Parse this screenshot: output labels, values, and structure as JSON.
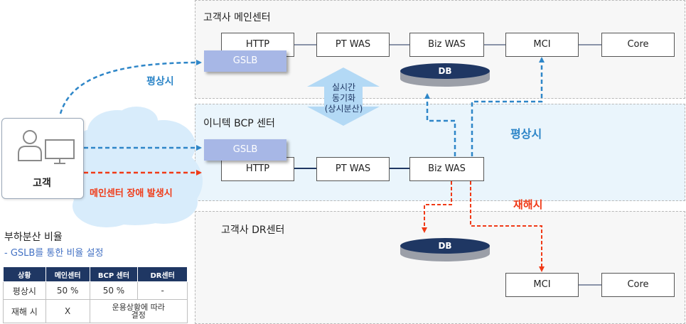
{
  "zones": {
    "main": "고객사 메인센터",
    "bcp": "이니텍 BCP 센터",
    "dr": "고객사 DR센터"
  },
  "nodes": {
    "main_http": "HTTP",
    "main_ptwas": "PT WAS",
    "main_bizwas": "Biz WAS",
    "main_mci": "MCI",
    "main_core": "Core",
    "main_gslb": "GSLB",
    "main_db": "DB",
    "bcp_gslb": "GSLB",
    "bcp_http": "HTTP",
    "bcp_ptwas": "PT WAS",
    "bcp_bizwas": "Biz WAS",
    "dr_db": "DB",
    "dr_mci": "MCI",
    "dr_core": "Core",
    "customer": "고객"
  },
  "sync": [
    "실시간",
    "동기화",
    "(상시분산)"
  ],
  "labels": {
    "normal_left": "평상시",
    "normal_right": "평상시",
    "failure": "메인센터 장애 발생시",
    "disaster": "재해시"
  },
  "ratio": {
    "title": "부하분산 비율",
    "subtitle": "- GSLB를 통한 비율 설정",
    "headers": [
      "상황",
      "메인센터",
      "BCP 센터",
      "DR센터"
    ],
    "row_normal": [
      "평상시",
      "50 %",
      "50 %",
      "-"
    ],
    "row_disaster": [
      "재해 시",
      "X",
      "운용상황에 따라",
      "결정"
    ]
  },
  "colors": {
    "normal_flow": "#2e86c8",
    "failure_flow": "#f03a17",
    "header_bg": "#1f3763",
    "gslb": "#a7b7e6",
    "bcp_zone": "#eaf5fc",
    "sync_arrow": "#b3d9f5"
  }
}
